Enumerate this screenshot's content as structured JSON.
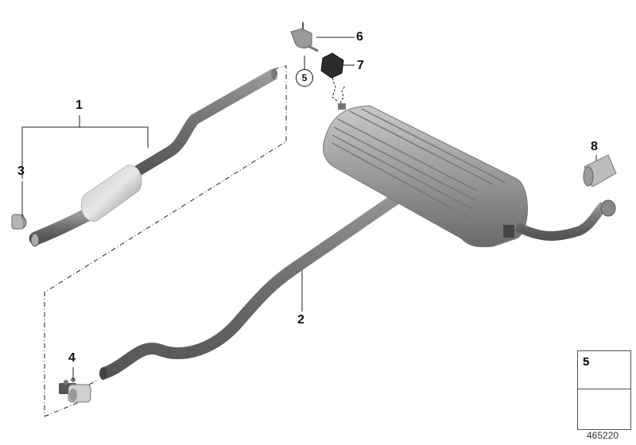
{
  "diagram": {
    "callouts": [
      {
        "id": "1",
        "label": "1"
      },
      {
        "id": "2",
        "label": "2"
      },
      {
        "id": "3",
        "label": "3"
      },
      {
        "id": "4",
        "label": "4"
      },
      {
        "id": "5",
        "label": "5"
      },
      {
        "id": "6",
        "label": "6"
      },
      {
        "id": "7",
        "label": "7"
      },
      {
        "id": "8",
        "label": "8"
      }
    ],
    "legend": {
      "part_number": "5"
    },
    "diagram_id": "465220",
    "colors": {
      "pipe": "#7d7d7d",
      "pipe_dark": "#5e5e5e",
      "muffler": "#9a9a9a",
      "line": "#111111"
    }
  }
}
